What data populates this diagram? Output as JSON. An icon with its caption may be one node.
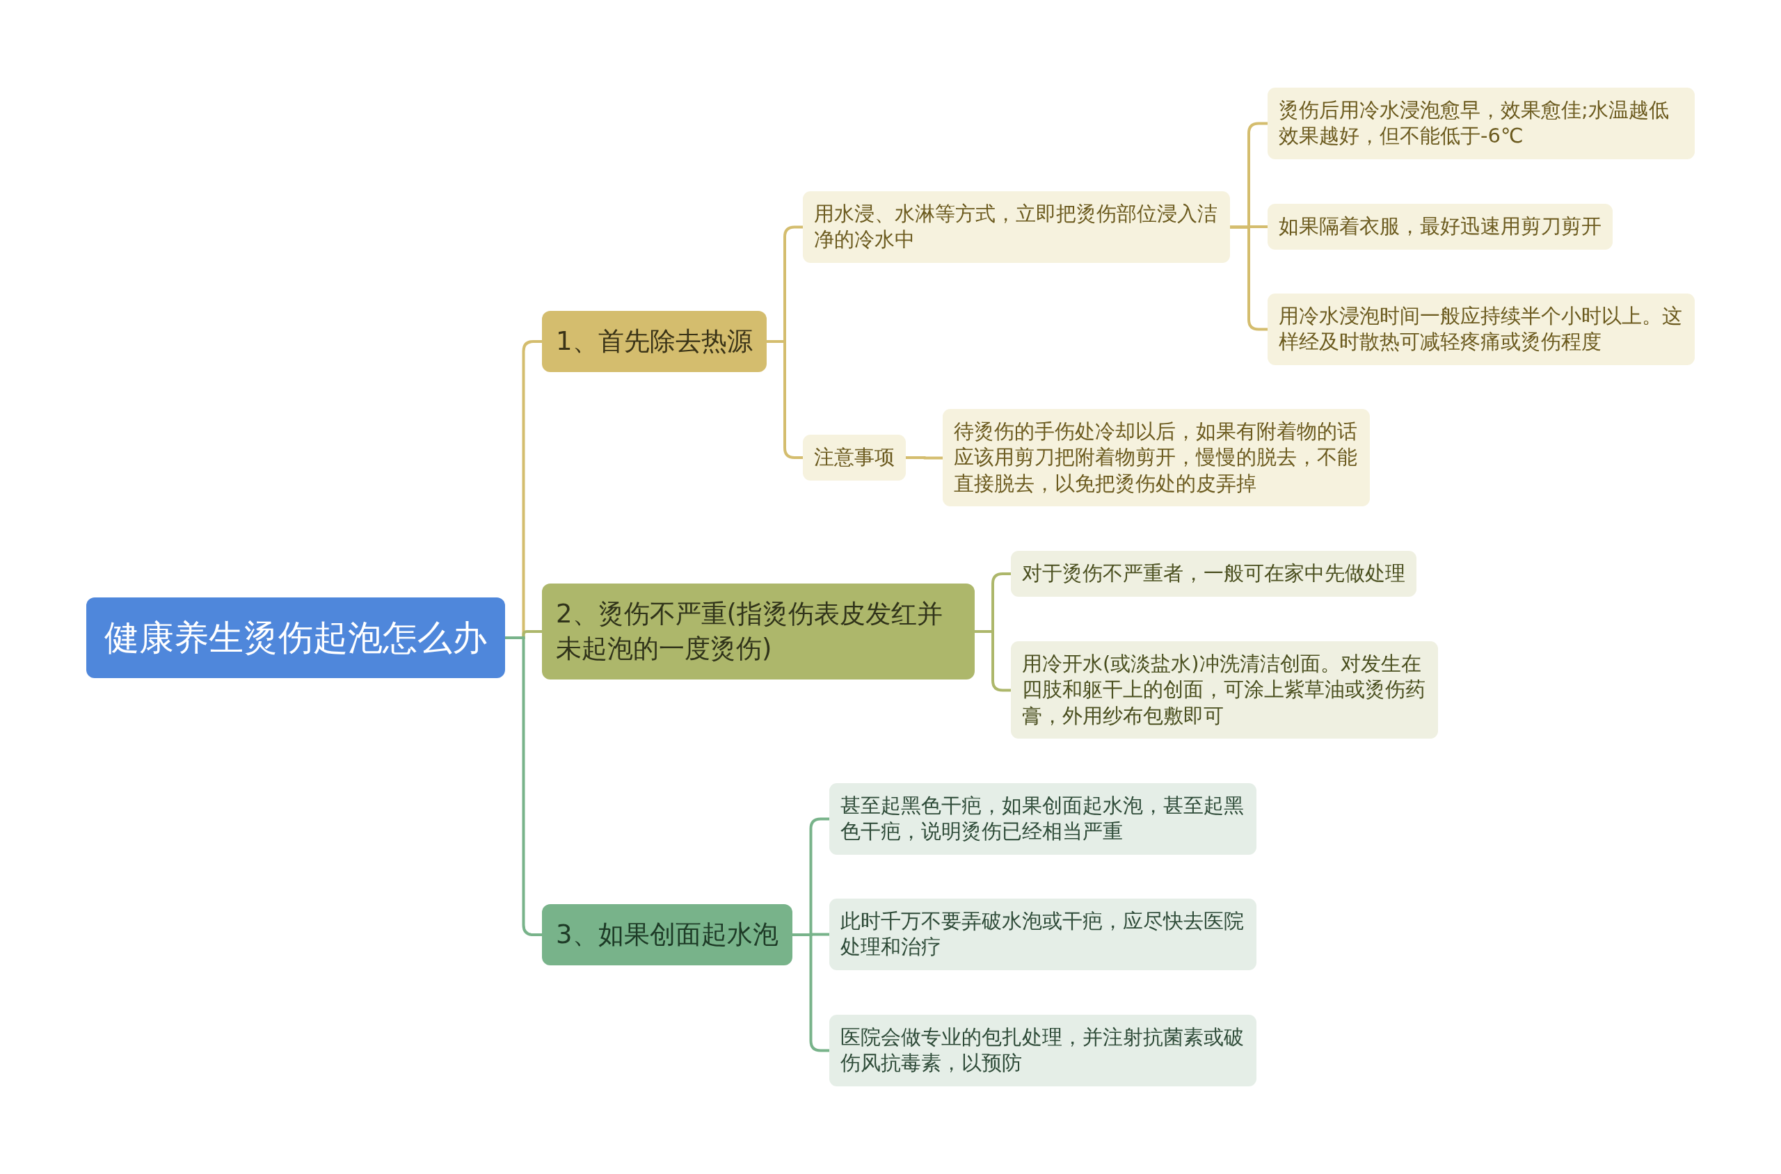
{
  "diagram": {
    "nodes": [
      {
        "text": [
          "健康养生烫伤起泡怎么办"
        ]
      },
      {
        "text": [
          "1、首先除去热源"
        ]
      },
      {
        "text": [
          "用水浸、水淋等方式，立即把烫伤部位浸入洁净的冷水中"
        ]
      },
      {
        "text": [
          "烫伤后用冷水浸泡愈早，效果愈佳;水温越低效果越好，但不能低于-6℃"
        ]
      },
      {
        "text": [
          "如果隔着衣服，最好迅速用剪刀剪开"
        ]
      },
      {
        "text": [
          "用冷水浸泡时间一般应持续半个小时以上。这样经及时散热可减轻疼痛或烫伤程度"
        ]
      },
      {
        "text": [
          "注意事项"
        ]
      },
      {
        "text": [
          "待烫伤的手伤处冷却以后，如果有附着物的话应该用剪刀把附着物剪开，慢慢的脱去，不能直接脱去，以免把烫伤处的皮弄掉"
        ]
      },
      {
        "text": [
          "2、烫伤不严重(指烫伤表皮发红并未起泡的一度烫伤)"
        ]
      },
      {
        "text": [
          "对于烫伤不严重者，一般可在家中先做处理"
        ]
      },
      {
        "text": [
          "用冷开水(或淡盐水)冲洗清洁创面。对发生在四肢和躯干上的创面，可涂上紫草油或烫伤药膏，外用纱布包敷即可"
        ]
      },
      {
        "text": [
          "3、如果创面起水泡"
        ]
      },
      {
        "text": [
          "甚至起黑色干疤，如果创面起水泡，甚至起黑色干疤，说明烫伤已经相当严重"
        ]
      },
      {
        "text": [
          "此时千万不要弄破水泡或干疤，应尽快去医院处理和治疗"
        ]
      },
      {
        "text": [
          "医院会做专业的包扎处理，并注射抗菌素或破伤风抗毒素，以预防"
        ]
      }
    ],
    "edges": [
      {
        "from": 0,
        "to": 1,
        "arrow": "none"
      },
      {
        "from": 1,
        "to": 2,
        "arrow": "none"
      },
      {
        "from": 2,
        "to": 3,
        "arrow": "none"
      },
      {
        "from": 2,
        "to": 4,
        "arrow": "none"
      },
      {
        "from": 2,
        "to": 5,
        "arrow": "none"
      },
      {
        "from": 1,
        "to": 6,
        "arrow": "none"
      },
      {
        "from": 6,
        "to": 7,
        "arrow": "none"
      },
      {
        "from": 0,
        "to": 8,
        "arrow": "none",
        "color": "#adb76b"
      },
      {
        "from": 8,
        "to": 9,
        "arrow": "none",
        "color": "#adb76b"
      },
      {
        "from": 8,
        "to": 10,
        "arrow": "none",
        "color": "#adb76b"
      },
      {
        "from": 0,
        "to": 11,
        "arrow": "none",
        "color": "#78b38a"
      },
      {
        "from": 11,
        "to": 12,
        "arrow": "none",
        "color": "#78b38a"
      },
      {
        "from": 11,
        "to": 13,
        "arrow": "none",
        "color": "#78b38a"
      },
      {
        "from": 11,
        "to": 14,
        "arrow": "none",
        "color": "#78b38a"
      }
    ]
  }
}
